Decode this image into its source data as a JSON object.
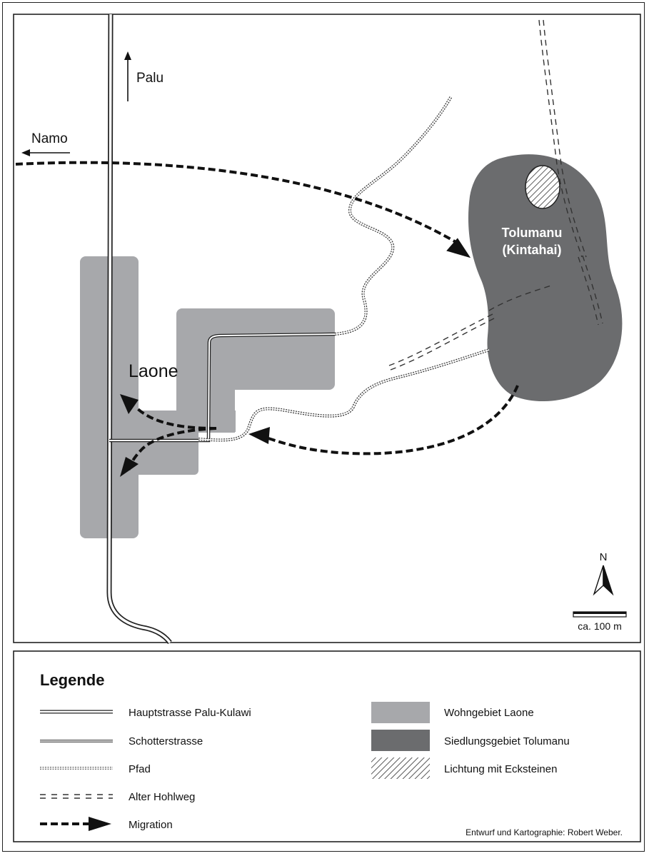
{
  "map": {
    "labels": {
      "palu": "Palu",
      "namo": "Namo",
      "laone": "Laone",
      "tolumanu_line1": "Tolumanu",
      "tolumanu_line2": "(Kintahai)"
    },
    "north_label": "N",
    "scale_label": "ca. 100 m"
  },
  "legend": {
    "title": "Legende",
    "items_left": [
      {
        "symbol": "double-thick-line",
        "label": "Hauptstrasse Palu-Kulawi"
      },
      {
        "symbol": "double-thin-line",
        "label": "Schotterstrasse"
      },
      {
        "symbol": "dotted-double-line",
        "label": "Pfad"
      },
      {
        "symbol": "dashed-double-line",
        "label": "Alter Hohlweg"
      },
      {
        "symbol": "dashed-arrow",
        "label": "Migration"
      }
    ],
    "items_right": [
      {
        "symbol": "light-gray-fill",
        "label": "Wohngebiet Laone",
        "color": "#a7a8ab"
      },
      {
        "symbol": "dark-gray-fill",
        "label": "Siedlungsgebiet Tolumanu",
        "color": "#6b6c6e"
      },
      {
        "symbol": "hatch",
        "label": "Lichtung mit Ecksteinen"
      }
    ],
    "credit": "Entwurf und Kartographie: Robert Weber."
  },
  "colors": {
    "laone_fill": "#a7a8ab",
    "tolumanu_fill": "#6b6c6e",
    "ink": "#111111"
  }
}
